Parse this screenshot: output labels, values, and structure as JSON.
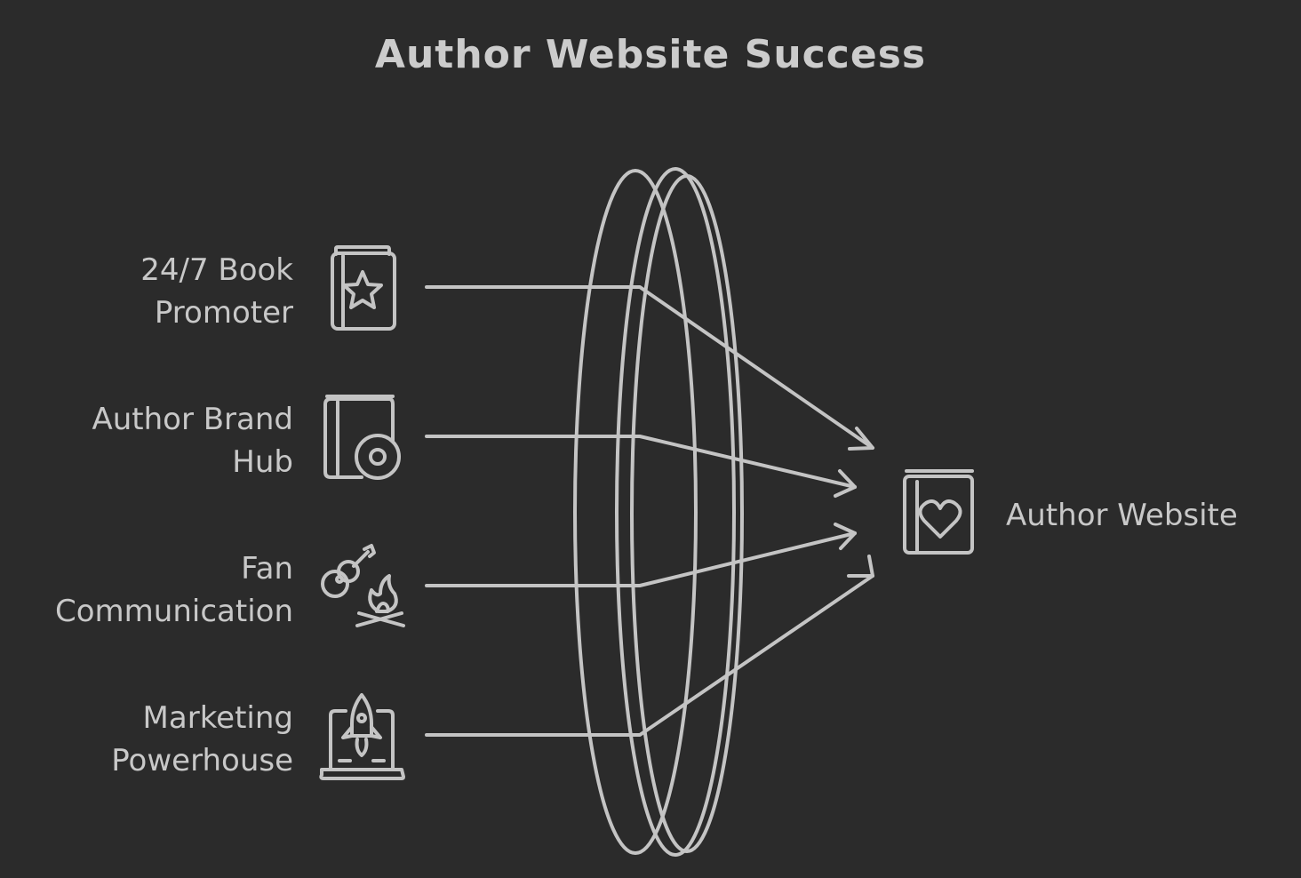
{
  "title": "Author Website Success",
  "inputs": [
    {
      "line1": "24/7 Book",
      "line2": "Promoter",
      "icon": "book-star-icon"
    },
    {
      "line1": "Author Brand",
      "line2": "Hub",
      "icon": "book-disc-icon"
    },
    {
      "line1": "Fan",
      "line2": "Communication",
      "icon": "guitar-campfire-icon"
    },
    {
      "line1": "Marketing",
      "line2": "Powerhouse",
      "icon": "laptop-rocket-icon"
    }
  ],
  "output": {
    "label": "Author Website",
    "icon": "book-heart-icon"
  },
  "colors": {
    "background": "#2b2b2b",
    "stroke": "#c4c4c4",
    "text": "#c8c8c8"
  }
}
